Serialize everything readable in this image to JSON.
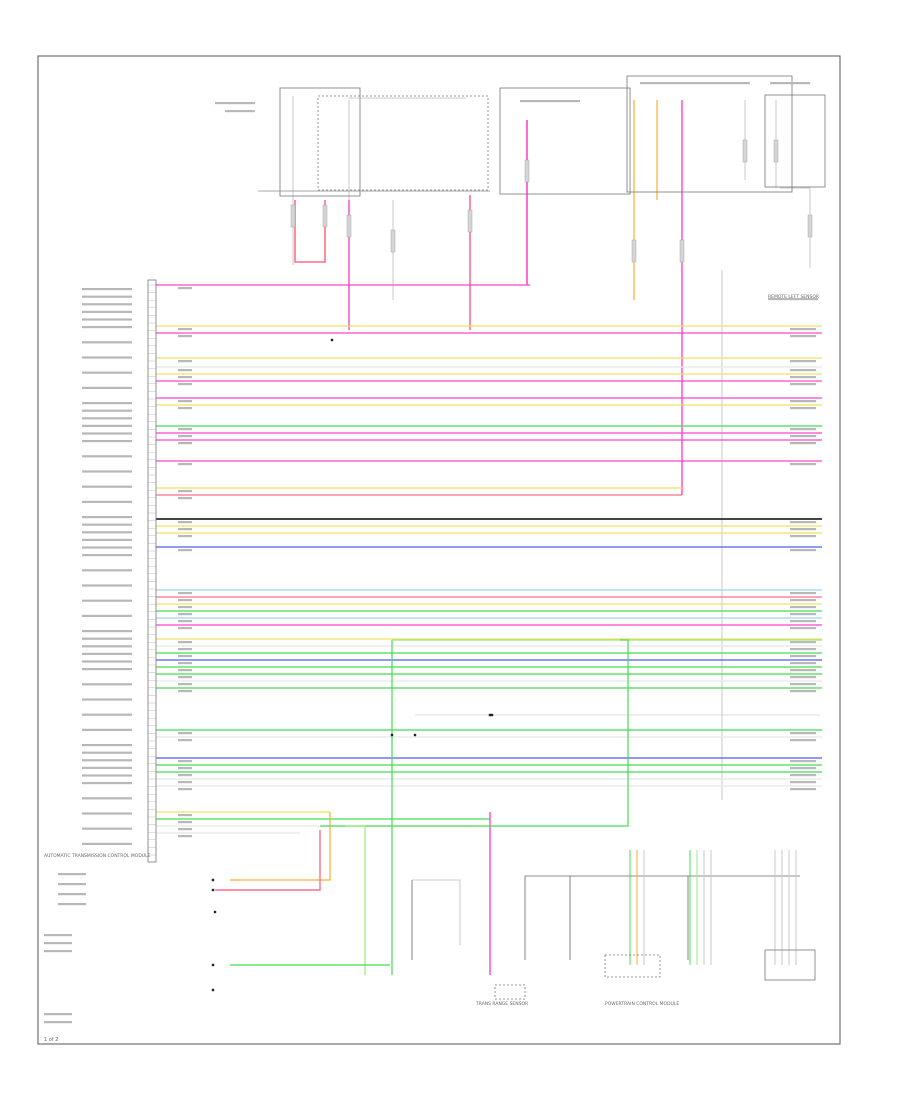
{
  "colors": {
    "pink": "#ff44cc",
    "red": "#ff6f8a",
    "orange": "#ffae33",
    "yellow": "#f0e060",
    "green": "#44dd55",
    "lightgreen": "#99e87a",
    "blue": "#4c5cf0",
    "lightblue": "#9fd3f0",
    "black": "#2a2a2a",
    "grey": "#c8c8c8",
    "white": "#e8e8e8"
  },
  "wire_colors": [
    "pink",
    "yellow",
    "pink",
    "yellow",
    "white",
    "yellow",
    "pink",
    "pink",
    "yellow",
    "green",
    "pink",
    "pink",
    "pink",
    "yellow",
    "red",
    "black",
    "yellow",
    "yellow",
    "blue",
    "lightblue",
    "red",
    "yellow",
    "green",
    "lightblue",
    "pink",
    "yellow",
    "white",
    "green",
    "blue",
    "green",
    "green",
    "white",
    "green"
  ],
  "components": {
    "ecm": {
      "name": "AUTOMATIC TRANSMISSION CONTROL MODULE"
    },
    "page_no": "1 of 2",
    "front_sensor": {
      "name": "REMOTE LEFT SENSOR"
    },
    "trans_range": {
      "name": "TRANS RANGE SENSOR"
    },
    "pcm": {
      "name": "POWERTRAIN CONTROL MODULE"
    }
  }
}
